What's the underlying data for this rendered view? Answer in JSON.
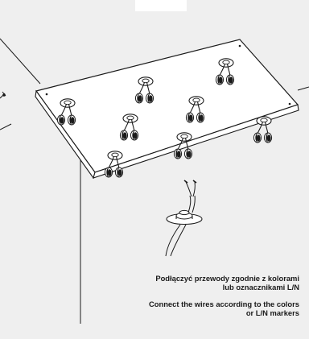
{
  "captions": {
    "polish": {
      "line1": "Podłączyć przewody zgodnie z kolorami",
      "line2": "lub oznacznikami L/N"
    },
    "english": {
      "line1": "Connect the wires according to the colors",
      "line2": "or L/N markers"
    }
  },
  "colors": {
    "background": "#efefef",
    "line": "#1a1a1a",
    "panel": "#ffffff"
  }
}
